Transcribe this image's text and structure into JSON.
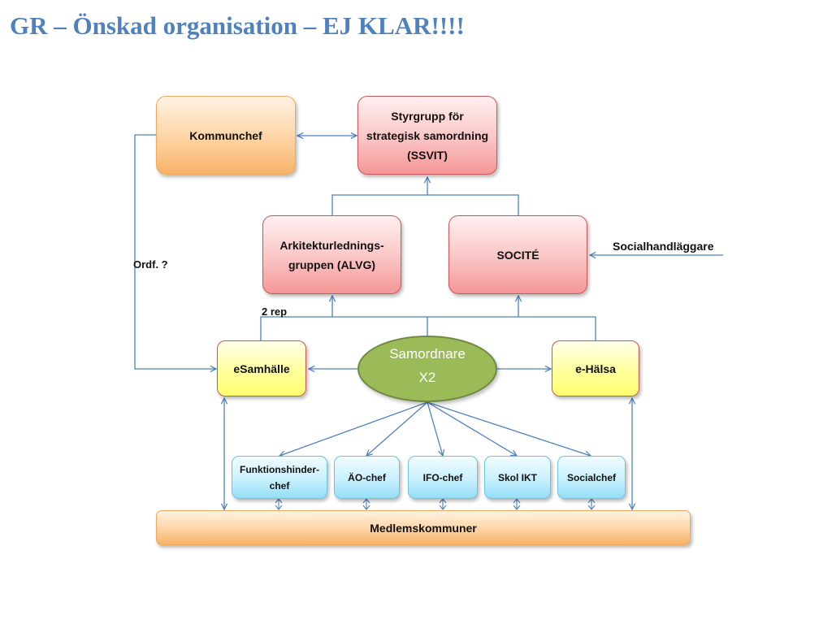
{
  "title": "GR – Önskad organisation – EJ KLAR!!!!",
  "colors": {
    "title": "#4f81bd",
    "connector": "#4f81bd",
    "orange_box": "#fbc48a",
    "red_box": "#f8b0b0",
    "yellow_box": "#ffff88",
    "blue_box": "#b4e8fa",
    "ellipse": "#9bbb59"
  },
  "nodes": {
    "kommunchef": "Kommunchef",
    "styrgrupp": "Styrgrupp för\nstrategisk samordning\n(SSVIT)",
    "alvg": "Arkitekturlednings-\ngruppen (ALVG)",
    "socite": "SOCITÉ",
    "esamhalle": "eSamhälle",
    "samordnare": "Samordnare\nX2",
    "ehalsa": "e-Hälsa",
    "medlemskommuner": "Medlemskommuner"
  },
  "roles": [
    "Funktionshinder-\nchef",
    "ÄO-chef",
    "IFO-chef",
    "Skol IKT",
    "Socialchef"
  ],
  "labels": {
    "ordf": "Ordf. ?",
    "rep": "2 rep",
    "socialhandlaggare": "Socialhandläggare"
  }
}
